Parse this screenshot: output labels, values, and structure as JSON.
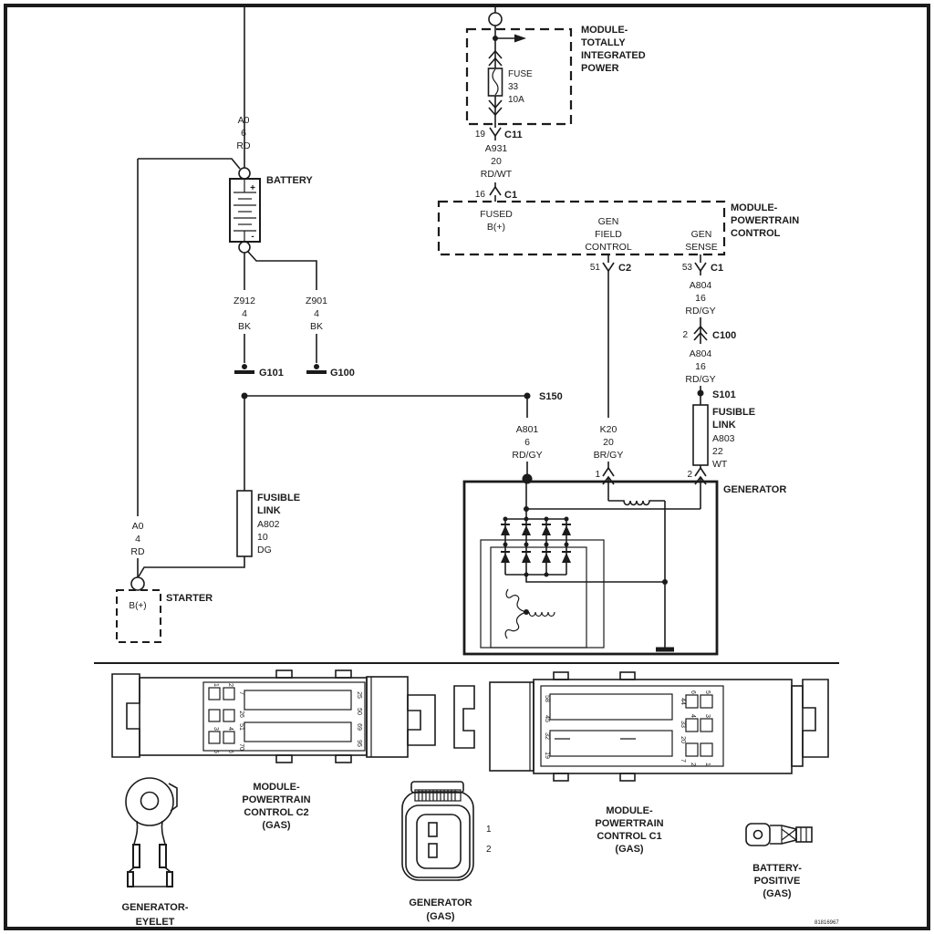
{
  "schematic": {
    "tipm": {
      "title": [
        "MODULE-",
        "TOTALLY",
        "INTEGRATED",
        "POWER"
      ],
      "fuse_label": "FUSE",
      "fuse_number": "33",
      "fuse_rating": "10A",
      "conn": {
        "pin": "19",
        "name": "C11"
      }
    },
    "wire_a931": {
      "circuit": "A931",
      "gauge": "20",
      "color": "RD/WT"
    },
    "pcm": {
      "conn_in": {
        "pin": "16",
        "name": "C1"
      },
      "title": [
        "MODULE-",
        "POWERTRAIN",
        "CONTROL"
      ],
      "fused_b": [
        "FUSED",
        "B(+)"
      ],
      "gen_field": [
        "GEN",
        "FIELD",
        "CONTROL"
      ],
      "gen_sense": [
        "GEN",
        "SENSE"
      ],
      "conn_c2": {
        "pin": "51",
        "name": "C2"
      },
      "conn_c1": {
        "pin": "53",
        "name": "C1"
      }
    },
    "battery": {
      "name": "BATTERY",
      "plus": "+",
      "minus": "-"
    },
    "wire_a0_6": {
      "circuit": "A0",
      "gauge": "6",
      "color": "RD"
    },
    "wire_z912": {
      "circuit": "Z912",
      "gauge": "4",
      "color": "BK"
    },
    "wire_z901": {
      "circuit": "Z901",
      "gauge": "4",
      "color": "BK"
    },
    "ground_g101": "G101",
    "ground_g100": "G100",
    "splice_s150": "S150",
    "wire_a801": {
      "circuit": "A801",
      "gauge": "6",
      "color": "RD/GY"
    },
    "wire_k20": {
      "circuit": "K20",
      "gauge": "20",
      "color": "BR/GY"
    },
    "wire_a804_upper": {
      "circuit": "A804",
      "gauge": "16",
      "color": "RD/GY"
    },
    "conn_c100": {
      "pin": "2",
      "name": "C100"
    },
    "wire_a804_lower": {
      "circuit": "A804",
      "gauge": "16",
      "color": "RD/GY"
    },
    "splice_s101": "S101",
    "link_a803": {
      "title": [
        "FUSIBLE",
        "LINK"
      ],
      "circuit": "A803",
      "gauge": "22",
      "color": "WT"
    },
    "link_a802": {
      "title": [
        "FUSIBLE",
        "LINK"
      ],
      "circuit": "A802",
      "gauge": "10",
      "color": "DG"
    },
    "wire_a0_4": {
      "circuit": "A0",
      "gauge": "4",
      "color": "RD"
    },
    "starter": {
      "name": "STARTER",
      "terminal": "B(+)"
    },
    "generator": {
      "name": "GENERATOR",
      "pin1": "1",
      "pin2": "2"
    }
  },
  "connector_views": {
    "pcm_c2": {
      "caption": [
        "MODULE-",
        "POWERTRAIN",
        "CONTROL C2",
        "(GAS)"
      ],
      "pin_labels": [
        "1",
        "2",
        "3",
        "4",
        "5",
        "6"
      ],
      "row_labels": [
        "7",
        "26",
        "51",
        "70"
      ],
      "row_end_labels": [
        "25",
        "50",
        "69",
        "95"
      ]
    },
    "pcm_c1": {
      "caption": [
        "MODULE-",
        "POWERTRAIN",
        "CONTROL C1",
        "(GAS)"
      ],
      "slot_labels": [
        "58",
        "45",
        "32",
        "19"
      ],
      "col_labels": [
        "44",
        "33",
        "20",
        "7"
      ],
      "pin_labels": [
        "6",
        "5",
        "4",
        "3",
        "2",
        "1"
      ]
    },
    "generator_eyelet": {
      "caption": [
        "GENERATOR-",
        "EYELET"
      ]
    },
    "generator_conn": {
      "caption": [
        "GENERATOR",
        "(GAS)"
      ],
      "pin_labels": [
        "1",
        "2"
      ]
    },
    "battery_positive": {
      "caption": [
        "BATTERY-",
        "POSITIVE",
        "(GAS)"
      ]
    }
  },
  "footer": {
    "doc_number": "81816967"
  }
}
